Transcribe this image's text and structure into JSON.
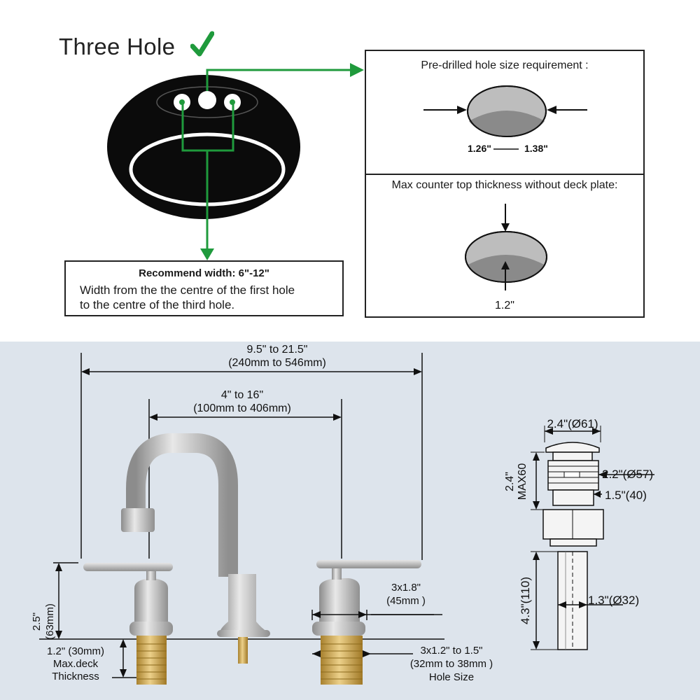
{
  "top": {
    "title": "Three Hole",
    "recommend": {
      "title": "Recommend width: 6\"-12\"",
      "line1": "Width from the the centre of the first hole",
      "line2": "to the centre of the third hole."
    },
    "hole_size": {
      "heading": "Pre-drilled hole size requirement :",
      "range_min": "1.26\"",
      "range_max": "1.38\""
    },
    "thickness": {
      "heading": "Max counter top thickness without deck plate:",
      "value": "1.2\""
    }
  },
  "faucet": {
    "overall_line1": "9.5\" to 21.5\"",
    "overall_line2": "(240mm to 546mm)",
    "center_line1": "4\" to 16\"",
    "center_line2": "(100mm to 406mm)",
    "height_imperial": "2.5\"",
    "height_metric": "(63mm)",
    "handle_line1": "3x1.8\"",
    "handle_line2": "(45mm )",
    "deck_line1": "1.2\" (30mm)",
    "deck_line2": "Max.deck",
    "deck_line3": "Thickness",
    "hole_line1": "3x1.2\" to 1.5\"",
    "hole_line2": "(32mm to 38mm )",
    "hole_line3": "Hole Size"
  },
  "drain": {
    "cap_dia": "2.4\"(Ø61)",
    "body_dia": "2.2\"(Ø57)",
    "flange": "1.5\"(40)",
    "pipe_dia": "1.3\"(Ø32)",
    "height_top": "2.4\"",
    "height_max": "MAX60",
    "height_bottom": "4.3\"(110)"
  },
  "colors": {
    "accent_green": "#1f9a3c",
    "panel_bg": "#dde4ec",
    "brass": "#c9a24a",
    "nickel": "#b9b9b9"
  }
}
